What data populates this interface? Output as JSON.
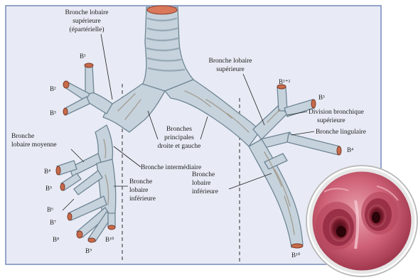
{
  "labels": {
    "bronche_lobaire_sup_droite": [
      "Bronche lobaire",
      "supérieure",
      "(épartérielle)"
    ],
    "bronche_lobaire_sup_gauche": [
      "Bronche lobaire",
      "supérieure"
    ],
    "bronche_lobaire_moyenne": [
      "Bronche",
      "lobaire moyenne"
    ],
    "bronches_principales": [
      "Bronches",
      "principales",
      "droite et gauche"
    ],
    "bronche_intermediaire": "Bronche intermédiaire",
    "bronche_lobaire_inf_droite": [
      "Bronche",
      "lobaire",
      "inférieure"
    ],
    "bronche_lobaire_inf_gauche": [
      "Bronche",
      "lobaire",
      "inférieure"
    ],
    "division_bronchique_sup": [
      "Division bronchique",
      "supérieure"
    ],
    "bronche_lingulaire": "Bronche lingulaire"
  },
  "segments": {
    "right": {
      "b1": "B¹",
      "b2": "B²",
      "b3": "B³",
      "b4": "B⁴",
      "b5": "B⁵",
      "b6": "B⁶",
      "b7": "B⁷",
      "b8": "B⁸",
      "b9": "B⁹",
      "b10": "B¹⁰"
    },
    "left": {
      "b12": "B¹⁺²",
      "b3": "B³",
      "b4": "B⁴",
      "b10": "B¹⁰"
    }
  },
  "bronchoscopy_inset": {
    "description_icon": "bronchoscopic-carina-view",
    "colors": {
      "mucosa": "#c8506a",
      "lumen": "#5a1020",
      "rim": "#f2f2f2"
    }
  }
}
